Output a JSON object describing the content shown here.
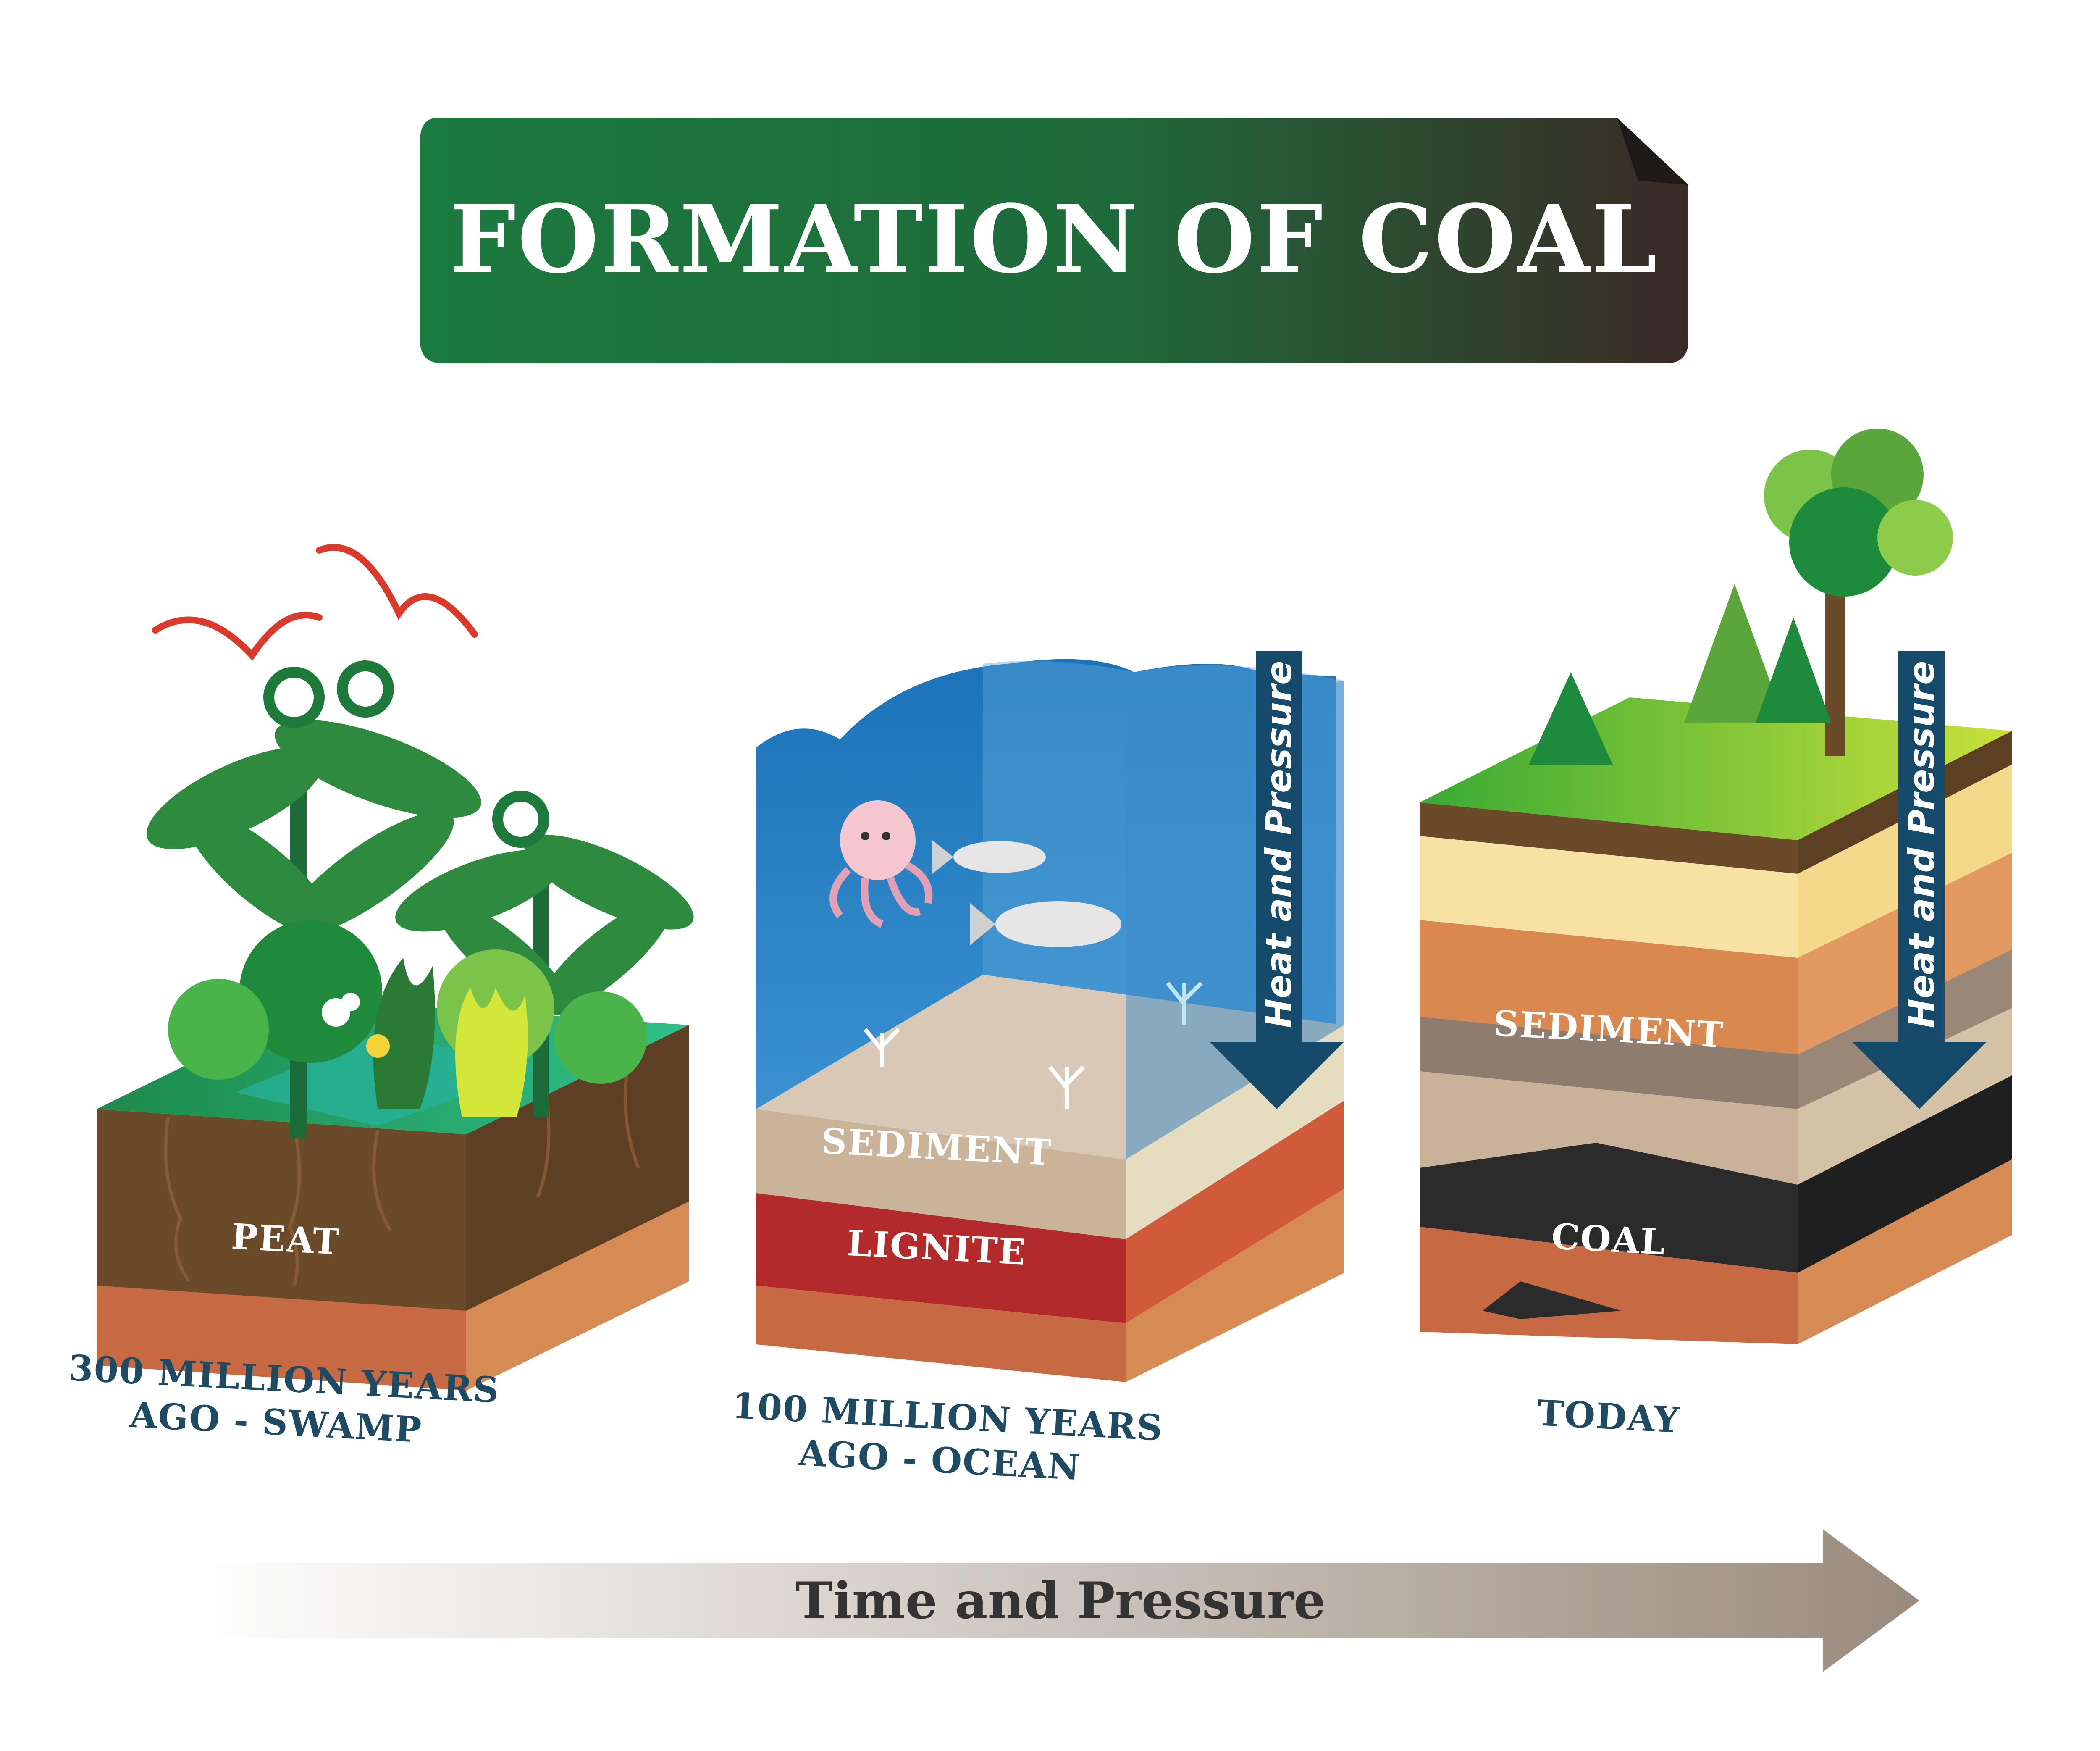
{
  "title": "FORMATION OF COAL",
  "stages": [
    {
      "name": "swamp",
      "caption_line1": "300 MILLION YEARS",
      "caption_line2": "AGO - SWAMP",
      "layers": [
        "PEAT"
      ]
    },
    {
      "name": "ocean",
      "caption_line1": "100 MILLION YEARS",
      "caption_line2": "AGO - OCEAN",
      "layers": [
        "SEDIMENT",
        "LIGNITE"
      ],
      "arrow_label": "Heat and Pressure"
    },
    {
      "name": "today",
      "caption_line1": "TODAY",
      "layers": [
        "SEDIMENT",
        "COAL"
      ],
      "arrow_label": "Heat and Pressure"
    }
  ],
  "timeline_label": "Time and Pressure",
  "colors": {
    "title_start": "#1b7a3e",
    "title_end": "#3a2a26",
    "caption": "#1f4a63",
    "arrow": "#164a6b",
    "coal": "#2b2b2b",
    "lignite": "#b22a2a"
  }
}
